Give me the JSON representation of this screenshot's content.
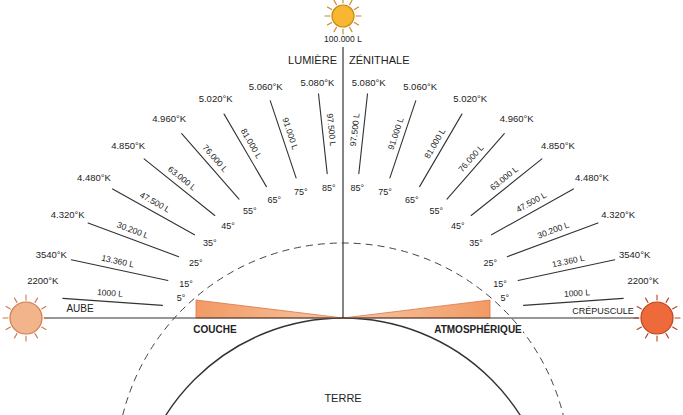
{
  "diagram": {
    "labels": [
      "100.000 L",
      "LUMIÈRE",
      "ZÉNITHALE",
      "5.080°K",
      "97.500 L",
      "85°",
      "5.060°K",
      "91.000 L",
      "75°",
      "5.020°K",
      "81.000 L",
      "65°",
      "4.960°K",
      "76.000 L",
      "55°",
      "4.850°K",
      "63.000 L",
      "45°",
      "4.480°K",
      "47.500 L",
      "35°",
      "4.320°K",
      "30.200 L",
      "25°",
      "3540°K",
      "13.360 L",
      "15°",
      "2200°K",
      "1000 L",
      "5°",
      "5.080°K",
      "97.500 L",
      "85°",
      "5.060°K",
      "91.000 L",
      "75°",
      "5.020°K",
      "81.000 L",
      "65°",
      "4.960°K",
      "76.000 L",
      "55°",
      "4.850°K",
      "63.000 L",
      "45°",
      "4.480°K",
      "47.500 L",
      "35°",
      "4.320°K",
      "30.200 L",
      "25°",
      "3540°K",
      "13.360 L",
      "15°",
      "2200°K",
      "1000 L",
      "5°",
      "AUBE",
      "CRÉPUSCULE",
      "COUCHE",
      "ATMOSPHÉRIQUE",
      "TERRE"
    ]
  }
}
